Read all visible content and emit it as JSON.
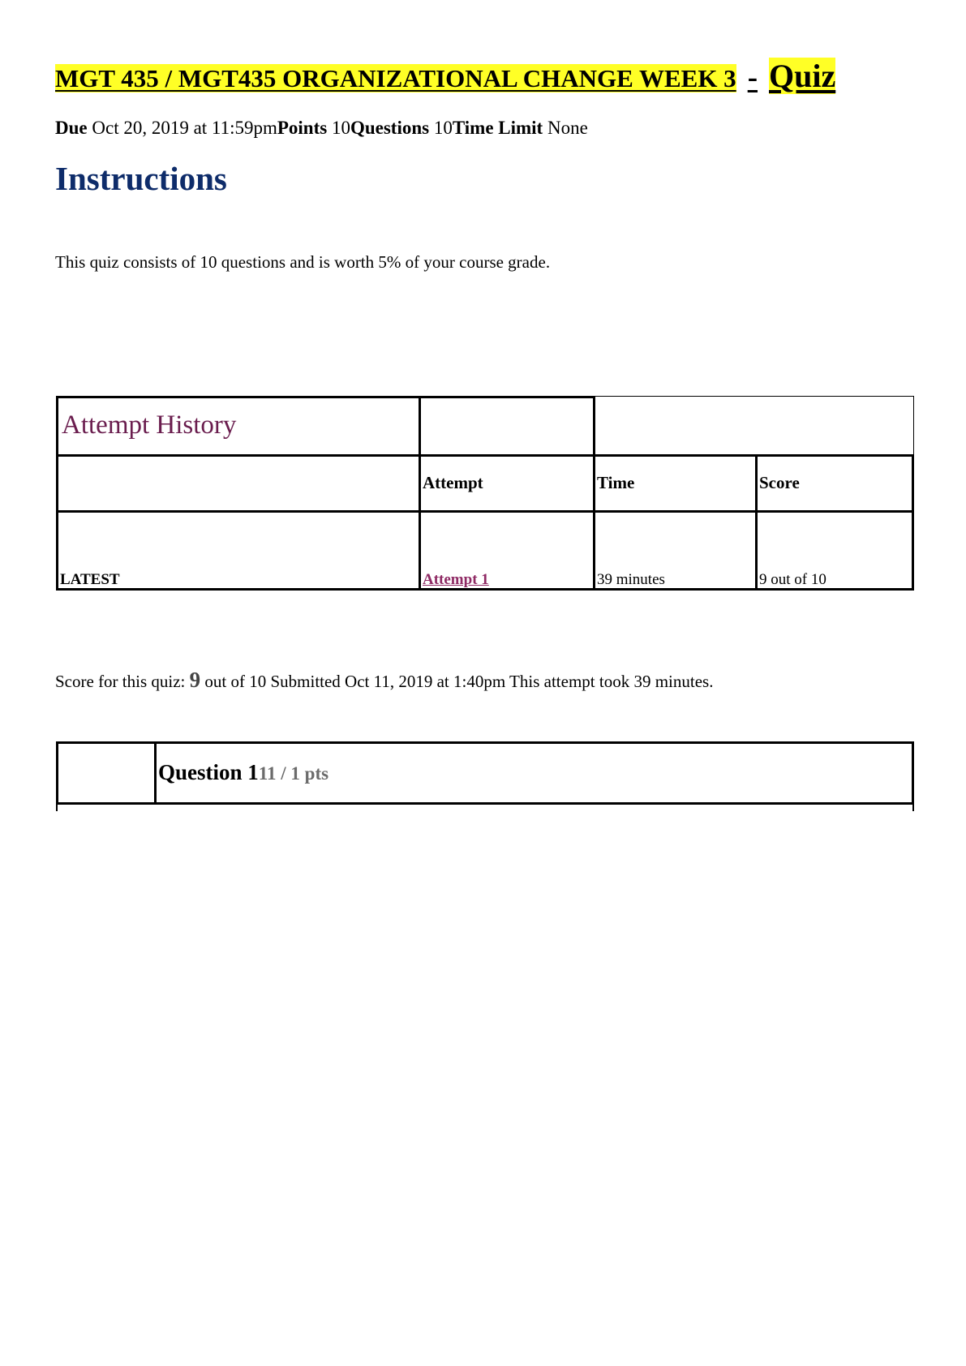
{
  "title": {
    "main": "MGT 435 / MGT435 ORGANIZATIONAL CHANGE WEEK 3",
    "separator": "-",
    "suffix": "Quiz",
    "highlight_color": "#ffff26"
  },
  "meta": {
    "due_label": "Due",
    "due_value": "Oct 20, 2019 at 11:59pm",
    "points_label": "Points",
    "points_value": "10",
    "questions_label": "Questions",
    "questions_value": "10",
    "time_limit_label": "Time Limit",
    "time_limit_value": "None"
  },
  "instructions": {
    "heading": "Instructions",
    "heading_color": "#0e2c6a",
    "text": "This quiz consists of 10 questions and is worth 5% of your course grade."
  },
  "attempt_history": {
    "title": "Attempt History",
    "title_color": "#6a1d4e",
    "headers": {
      "attempt": "Attempt",
      "time": "Time",
      "score": "Score"
    },
    "rows": [
      {
        "label": "LATEST",
        "attempt": "Attempt 1",
        "time": "39 minutes",
        "score": "9 out of 10"
      }
    ],
    "link_color": "#8f2a64"
  },
  "score_summary": {
    "prefix": "Score for this quiz:",
    "score": "9",
    "rest": "out of 10 Submitted Oct 11, 2019 at 1:40pm This attempt took 39 minutes."
  },
  "question": {
    "title": "Question 1",
    "number_suffix": "1",
    "points": "1 / 1 pts"
  }
}
